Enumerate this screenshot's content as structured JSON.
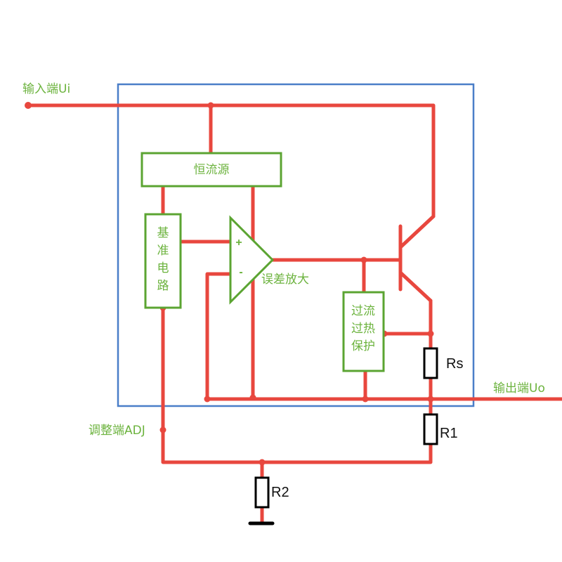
{
  "colors": {
    "wire": "#e8473e",
    "chip_outline": "#4a7ec8",
    "block_outline": "#5ba432",
    "label_text": "#6cb33e",
    "resistor_outline": "#000000"
  },
  "terminals": {
    "input": "输入端Ui",
    "output": "输出端Uo",
    "adjust": "调整端ADJ"
  },
  "blocks": {
    "current_source": "恒流源",
    "reference": [
      "基",
      "准",
      "电",
      "路"
    ],
    "error_amp": "误差放大",
    "protection": [
      "过流",
      "过热",
      "保护"
    ]
  },
  "amp_signs": {
    "plus": "+",
    "minus": "-"
  },
  "resistors": {
    "rs": "Rs",
    "r1": "R1",
    "r2": "R2"
  }
}
